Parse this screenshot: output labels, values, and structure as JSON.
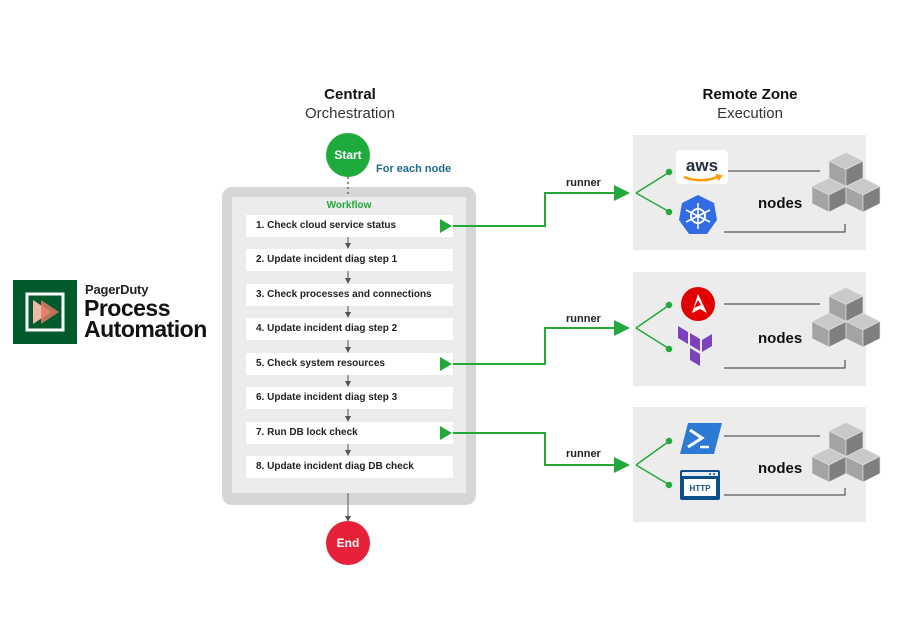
{
  "logo": {
    "brand": "PagerDuty",
    "line1": "Process",
    "line2": "Automation"
  },
  "central": {
    "title": "Central",
    "subtitle": "Orchestration"
  },
  "remote": {
    "title": "Remote Zone",
    "subtitle": "Execution"
  },
  "start_label": "Start",
  "end_label": "End",
  "for_each_label": "For each node",
  "workflow": {
    "title": "Workflow",
    "steps": [
      "1.  Check cloud service status",
      "2. Update incident diag step 1",
      "3. Check processes and connections",
      "4. Update incident diag step 2",
      "5. Check system resources",
      "6. Update incident diag step 3",
      "7. Run DB lock check",
      "8. Update incident diag DB check"
    ]
  },
  "zones": [
    {
      "runner": "runner",
      "nodes": "nodes",
      "top_icon": "aws-icon",
      "bottom_icon": "kubernetes-icon",
      "top_icon_text": "aws"
    },
    {
      "runner": "runner",
      "nodes": "nodes",
      "top_icon": "ansible-icon",
      "bottom_icon": "terraform-icon"
    },
    {
      "runner": "runner",
      "nodes": "nodes",
      "top_icon": "powershell-icon",
      "bottom_icon": "http-icon",
      "bottom_icon_text": "HTTP"
    }
  ],
  "colors": {
    "green": "#22a93a",
    "start": "#1faa3c",
    "end": "#e8213a",
    "logo_bg": "#005a2b"
  }
}
